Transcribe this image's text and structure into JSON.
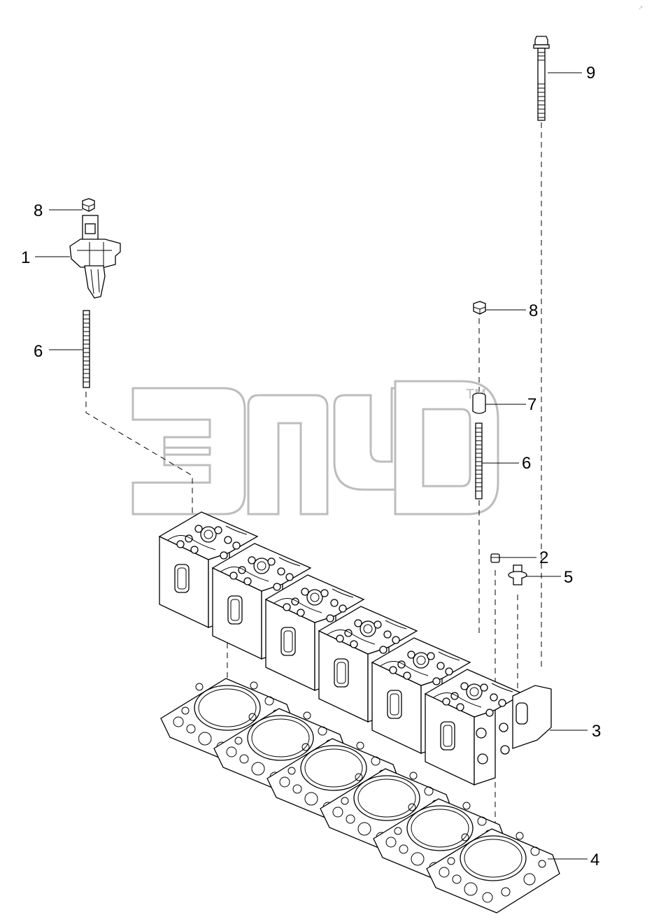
{
  "drawing": {
    "corner_mark": "↗"
  },
  "watermark": {
    "trademark": "TM"
  },
  "callouts": [
    {
      "id": "c-9",
      "number": "9"
    },
    {
      "id": "c-8a",
      "number": "8"
    },
    {
      "id": "c-1",
      "number": "1"
    },
    {
      "id": "c-6a",
      "number": "6"
    },
    {
      "id": "c-8b",
      "number": "8"
    },
    {
      "id": "c-7",
      "number": "7"
    },
    {
      "id": "c-6b",
      "number": "6"
    },
    {
      "id": "c-2",
      "number": "2"
    },
    {
      "id": "c-5",
      "number": "5"
    },
    {
      "id": "c-3",
      "number": "3"
    },
    {
      "id": "c-4",
      "number": "4"
    }
  ]
}
